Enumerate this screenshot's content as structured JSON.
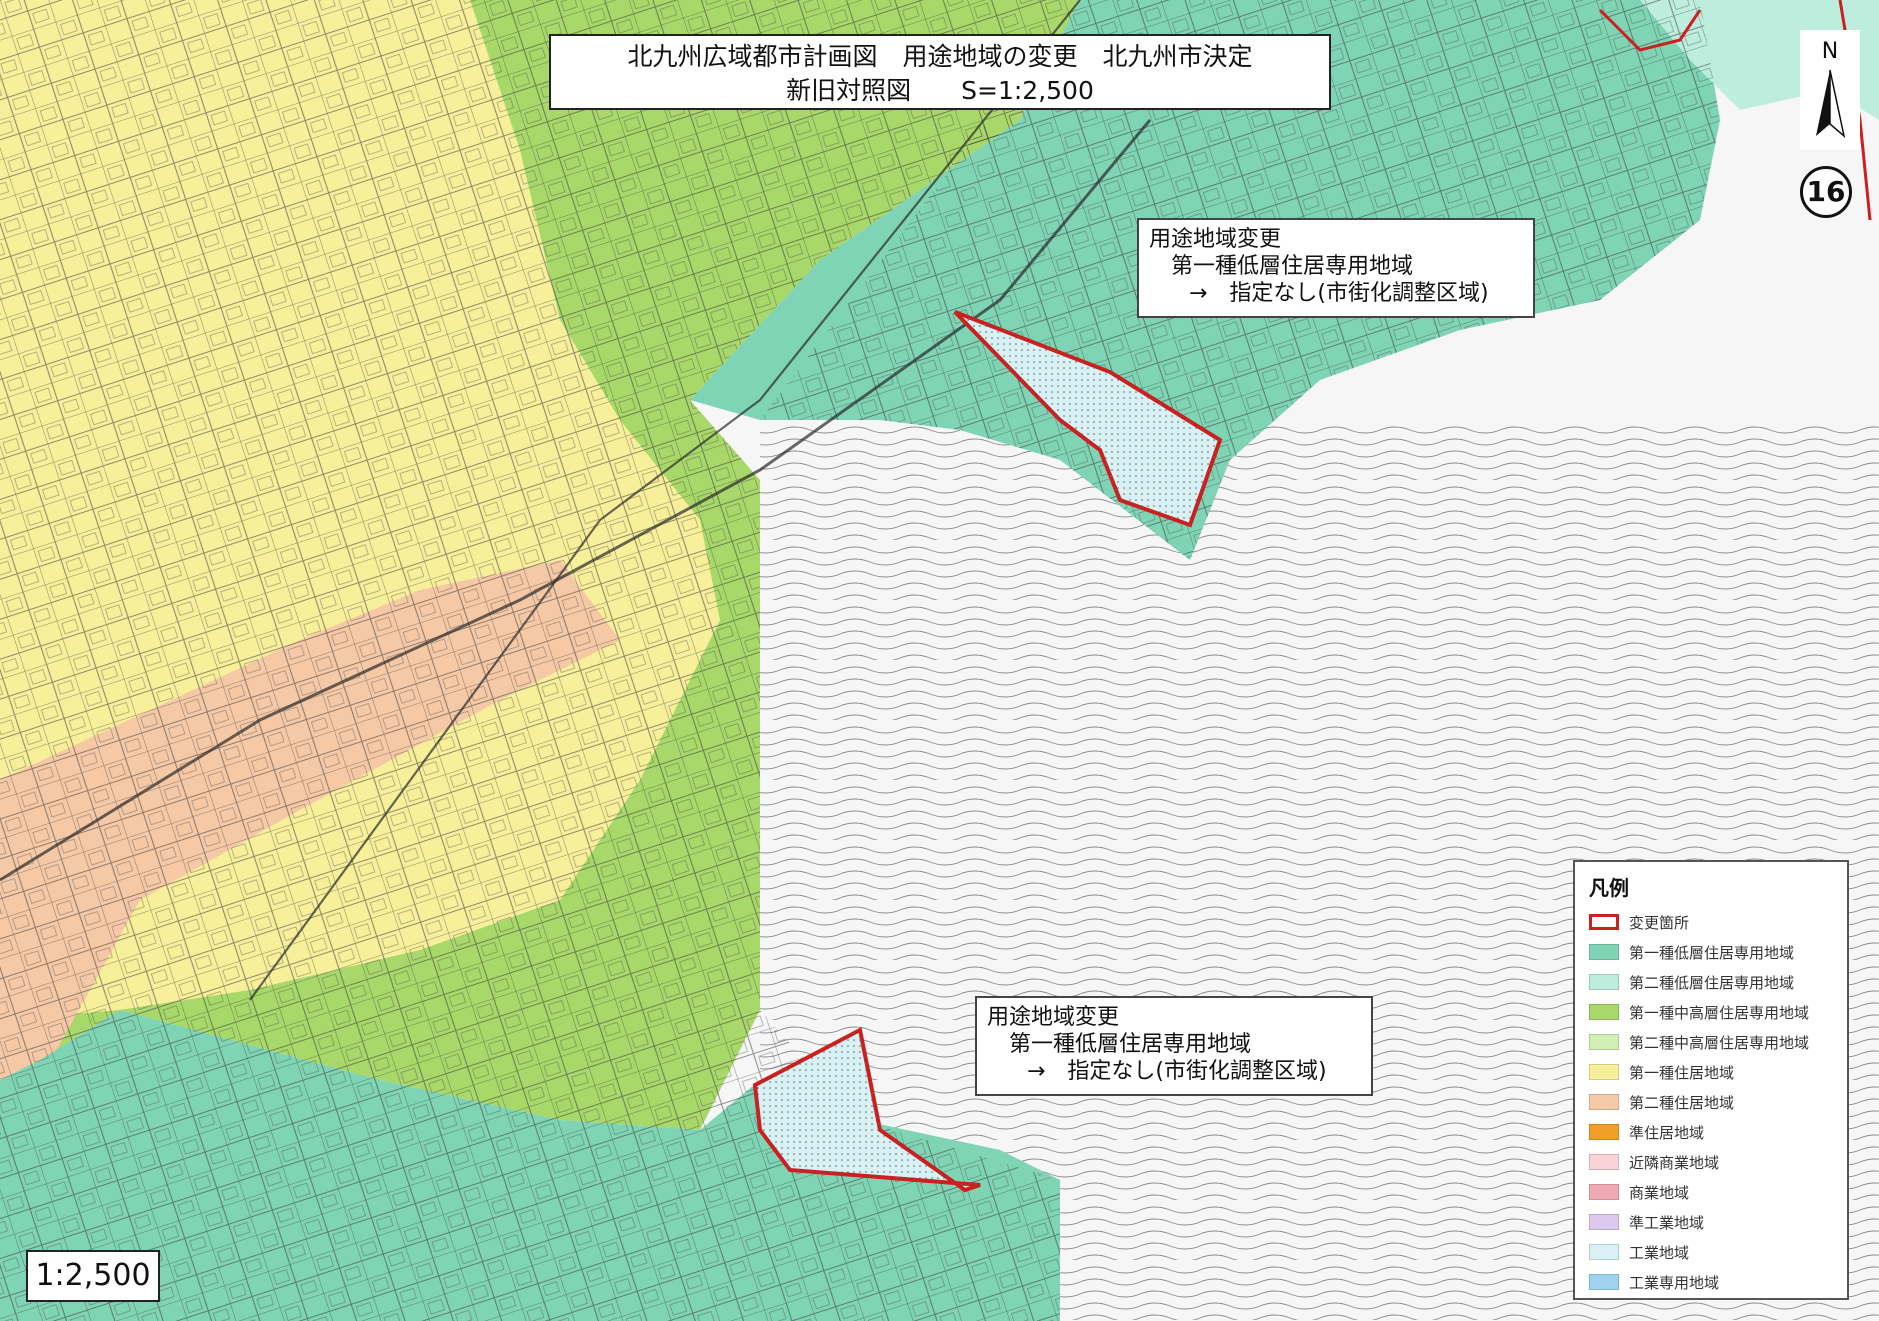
{
  "title": {
    "line1": "北九州広域都市計画図　用途地域の変更　北九州市決定",
    "line2": "新旧対照図　　S=1:2,500"
  },
  "north_label": "N",
  "sheet_number": "16",
  "callout_1": {
    "line1": "用途地域変更",
    "line2": "第一種低層住居専用地域",
    "line3": "→　指定なし(市街化調整区域)"
  },
  "callout_2": {
    "line1": "用途地域変更",
    "line2": "第一種低層住居専用地域",
    "line3": "→　指定なし(市街化調整区域)"
  },
  "scale_label": "1:2,500",
  "legend": {
    "title": "凡例",
    "items": [
      {
        "label": "変更箇所",
        "color": "#ffffff",
        "border": "#cc1f1f"
      },
      {
        "label": "第一種低層住居専用地域",
        "color": "#7fd4b5"
      },
      {
        "label": "第二種低層住居専用地域",
        "color": "#bdeedd"
      },
      {
        "label": "第一種中高層住居専用地域",
        "color": "#a8d86a"
      },
      {
        "label": "第二種中高層住居専用地域",
        "color": "#d2f0b4"
      },
      {
        "label": "第一種住居地域",
        "color": "#f7ef9a"
      },
      {
        "label": "第二種住居地域",
        "color": "#f6c9a6"
      },
      {
        "label": "準住居地域",
        "color": "#f0a028"
      },
      {
        "label": "近隣商業地域",
        "color": "#f8d3d8"
      },
      {
        "label": "商業地域",
        "color": "#f0a8b2"
      },
      {
        "label": "準工業地域",
        "color": "#dcc8ec"
      },
      {
        "label": "工業地域",
        "color": "#d9f1f5"
      },
      {
        "label": "工業専用地域",
        "color": "#9fd2ef"
      }
    ]
  },
  "zone_colors": {
    "low_rise_1": "#7fd4b5",
    "mid_high_1": "#a8d86a",
    "residential_1": "#f7ef9a",
    "residential_2": "#f6c9a6",
    "change_outline": "#cc1f1f",
    "unzoned": "#ffffff"
  }
}
